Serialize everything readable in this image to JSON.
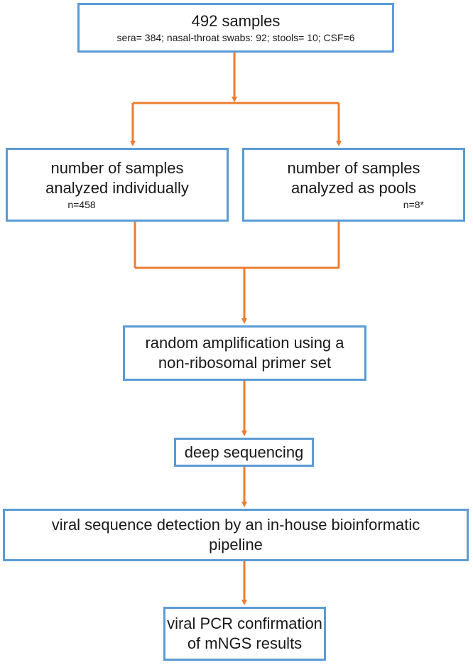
{
  "flowchart": {
    "top_box": {
      "title": "492 samples",
      "detail": "sera= 384; nasal-throat swabs: 92; stools= 10; CSF=6"
    },
    "left_box": {
      "line1": "number of samples",
      "line2": "analyzed individually",
      "count": "n=458"
    },
    "right_box": {
      "line1": "number of samples",
      "line2": "analyzed as pools",
      "count": "n=8*"
    },
    "amplification_box": {
      "line1": "random amplification using a",
      "line2": "non-ribosomal primer set"
    },
    "sequencing_box": {
      "line1": "deep sequencing"
    },
    "detection_box": {
      "line1": "viral sequence detection by an in-house bioinformatic",
      "line2": "pipeline"
    },
    "confirmation_box": {
      "line1": "viral PCR confirmation",
      "line2": "of mNGS results"
    }
  },
  "colors": {
    "box_border": "#5b9bd5",
    "arrow": "#ed7d31"
  }
}
